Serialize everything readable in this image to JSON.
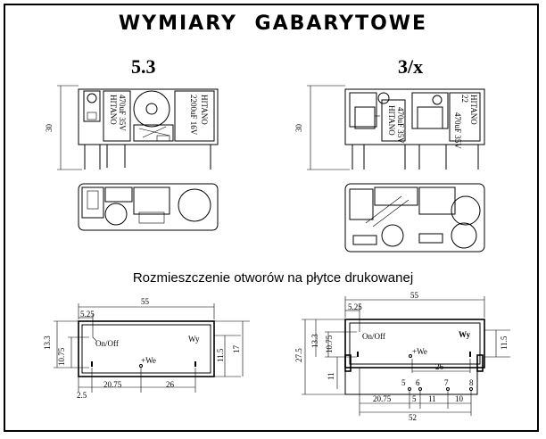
{
  "title": "WYMIARY  GABARYTOWE",
  "variants": {
    "left": "5.3",
    "right": "3/x"
  },
  "subtitle": "Rozmieszczenie otworów na płytce drukowanej",
  "components": {
    "brand": "HITANO",
    "left_cap_large": "2200uF 16V",
    "left_cap_small": "470uF 35V",
    "right_cap_left": "470uF 35V",
    "right_cap_right": "470uF 35V",
    "right_cap_number": "22"
  },
  "dims_top": {
    "left_height": "30",
    "right_height": "30"
  },
  "pcb_left": {
    "width": "55",
    "offset_top": "5.25",
    "height_outer": "13.3",
    "height_inner": "10.75",
    "on_off": "On/Off",
    "wy": "Wy",
    "we": "+We",
    "right_inner": "11.5",
    "right_outer": "17",
    "bottom_a": "2.5",
    "bottom_b": "20.75",
    "bottom_c": "26"
  },
  "pcb_right": {
    "width": "55",
    "offset_top": "5.25",
    "height_outer": "27.5",
    "height_a": "13.3",
    "height_b": "10.75",
    "on_off": "On/Off",
    "wy": "Wy",
    "we": "+We",
    "right_inner": "11.5",
    "mid": "26",
    "left_low": "11",
    "pins": [
      "5",
      "6",
      "7",
      "8"
    ],
    "bottom_a": "20.75",
    "bottom_b": "5",
    "bottom_c": "11",
    "bottom_d": "10",
    "bottom_total": "52"
  }
}
